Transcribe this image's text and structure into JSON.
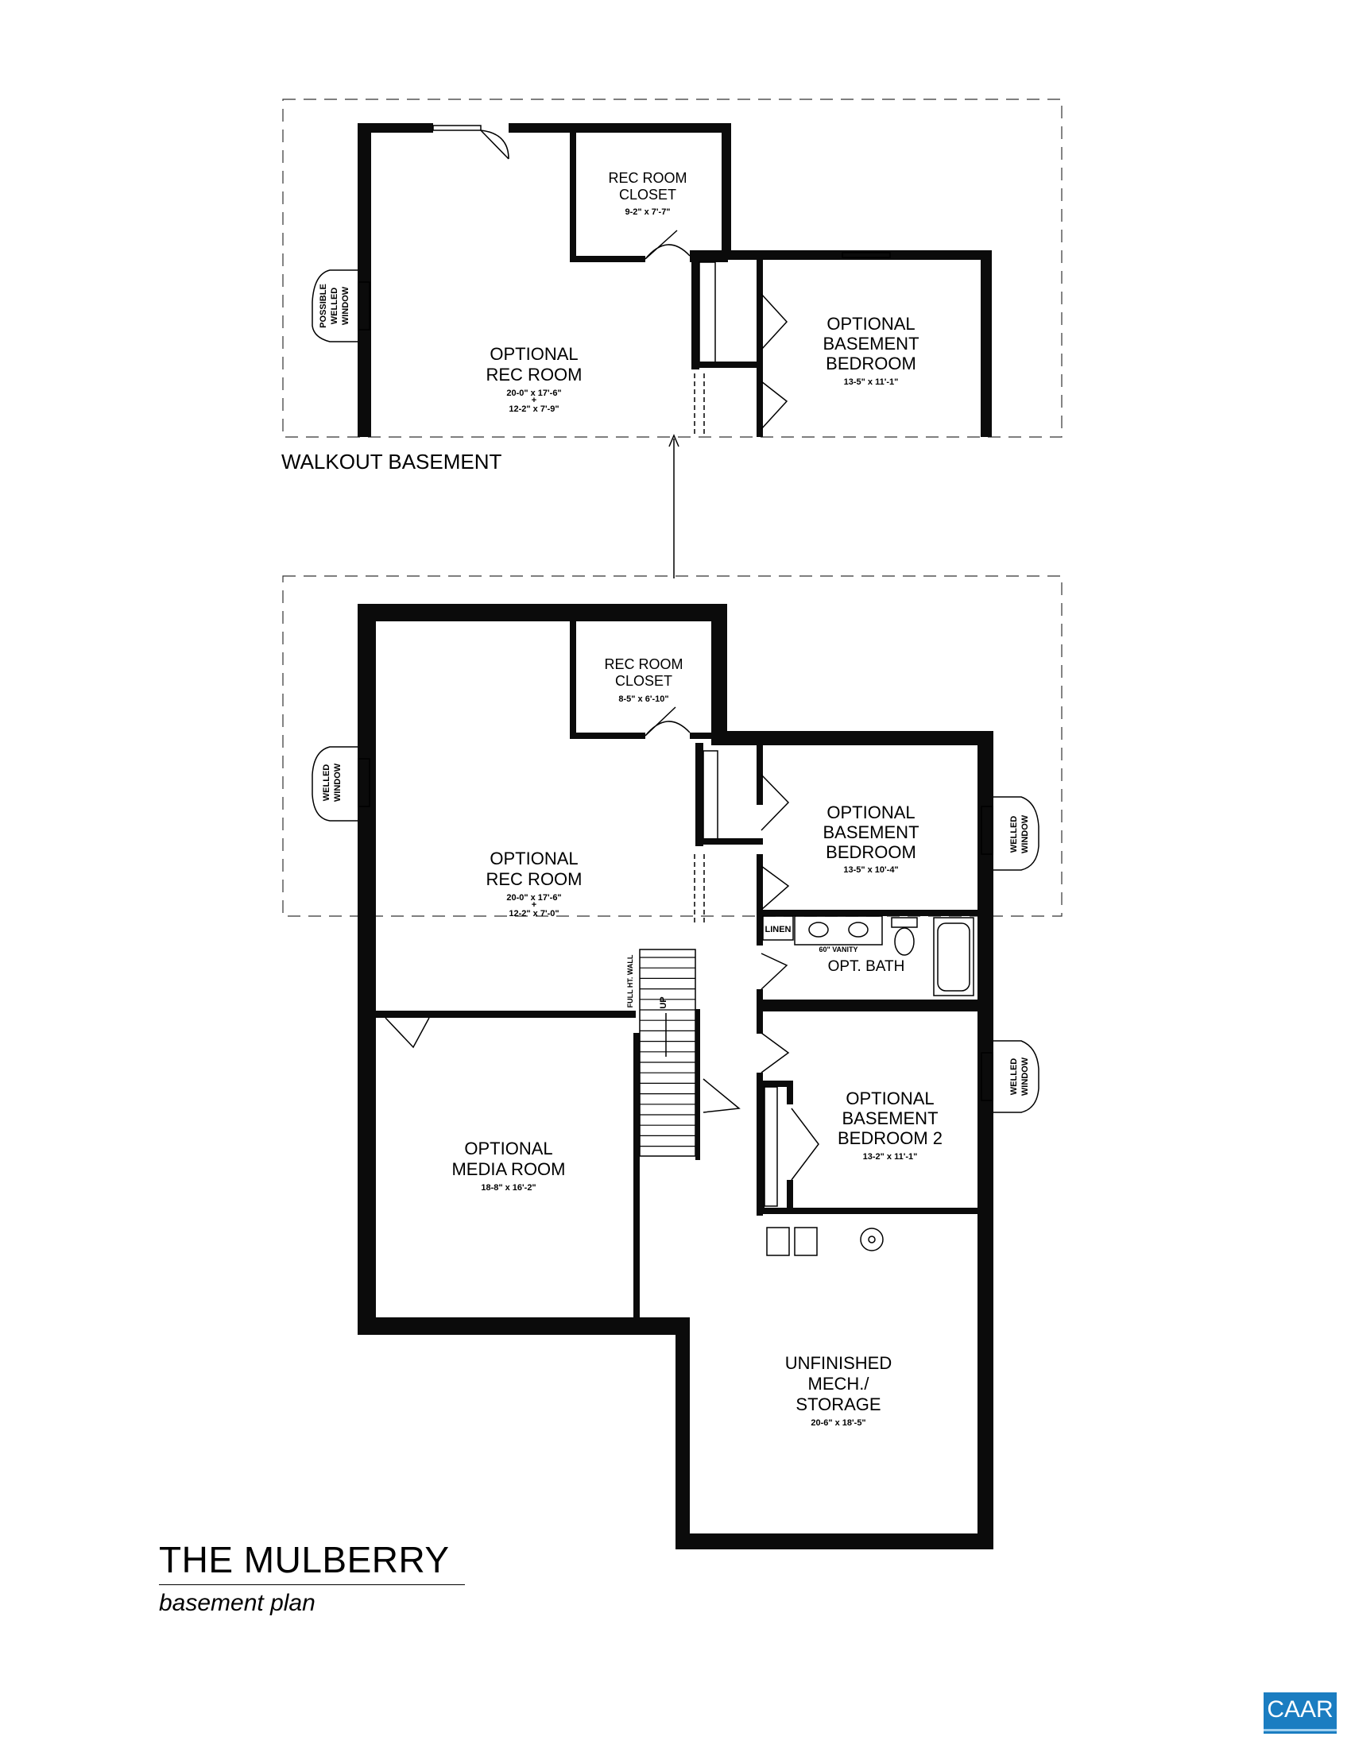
{
  "plan": {
    "title": "THE MULBERRY",
    "subtitle": "basement plan",
    "walkout_label": "WALKOUT BASEMENT",
    "logo_text": "CAAR"
  },
  "walkout": {
    "rec_closet": {
      "name1": "REC ROOM",
      "name2": "CLOSET",
      "dim": "9-2\" x 7'-7\""
    },
    "rec_room": {
      "name1": "OPTIONAL",
      "name2": "REC ROOM",
      "dim1": "20-0\" x 17'-6\"",
      "plus": "+",
      "dim2": "12-2\" x 7'-9\""
    },
    "bedroom": {
      "name1": "OPTIONAL",
      "name2": "BASEMENT",
      "name3": "BEDROOM",
      "dim": "13-5\" x 11'-1\""
    },
    "window": {
      "line1": "POSSIBLE",
      "line2": "WELLED",
      "line3": "WINDOW"
    }
  },
  "main": {
    "rec_closet": {
      "name1": "REC ROOM",
      "name2": "CLOSET",
      "dim": "8-5\" x 6'-10\""
    },
    "rec_room": {
      "name1": "OPTIONAL",
      "name2": "REC ROOM",
      "dim1": "20-0\" x 17'-6\"",
      "plus": "+",
      "dim2": "12-2\" x 7'-0\""
    },
    "bedroom": {
      "name1": "OPTIONAL",
      "name2": "BASEMENT",
      "name3": "BEDROOM",
      "dim": "13-5\" x 10'-4\""
    },
    "bath": {
      "name": "OPT. BATH",
      "linen": "LINEN",
      "vanity": "60\" VANITY"
    },
    "stairs": {
      "wall": "FULL HT. WALL",
      "up": "UP"
    },
    "bedroom2": {
      "name1": "OPTIONAL",
      "name2": "BASEMENT",
      "name3": "BEDROOM 2",
      "dim": "13-2\" x 11'-1\""
    },
    "media": {
      "name1": "OPTIONAL",
      "name2": "MEDIA ROOM",
      "dim": "18-8\" x 16'-2\""
    },
    "storage": {
      "name1": "UNFINISHED",
      "name2": "MECH./",
      "name3": "STORAGE",
      "dim": "20-6\" x 18'-5\""
    },
    "window_left": {
      "line1": "WELLED",
      "line2": "WINDOW"
    },
    "window_right1": {
      "line1": "WELLED",
      "line2": "WINDOW"
    },
    "window_right2": {
      "line1": "WELLED",
      "line2": "WINDOW"
    }
  }
}
